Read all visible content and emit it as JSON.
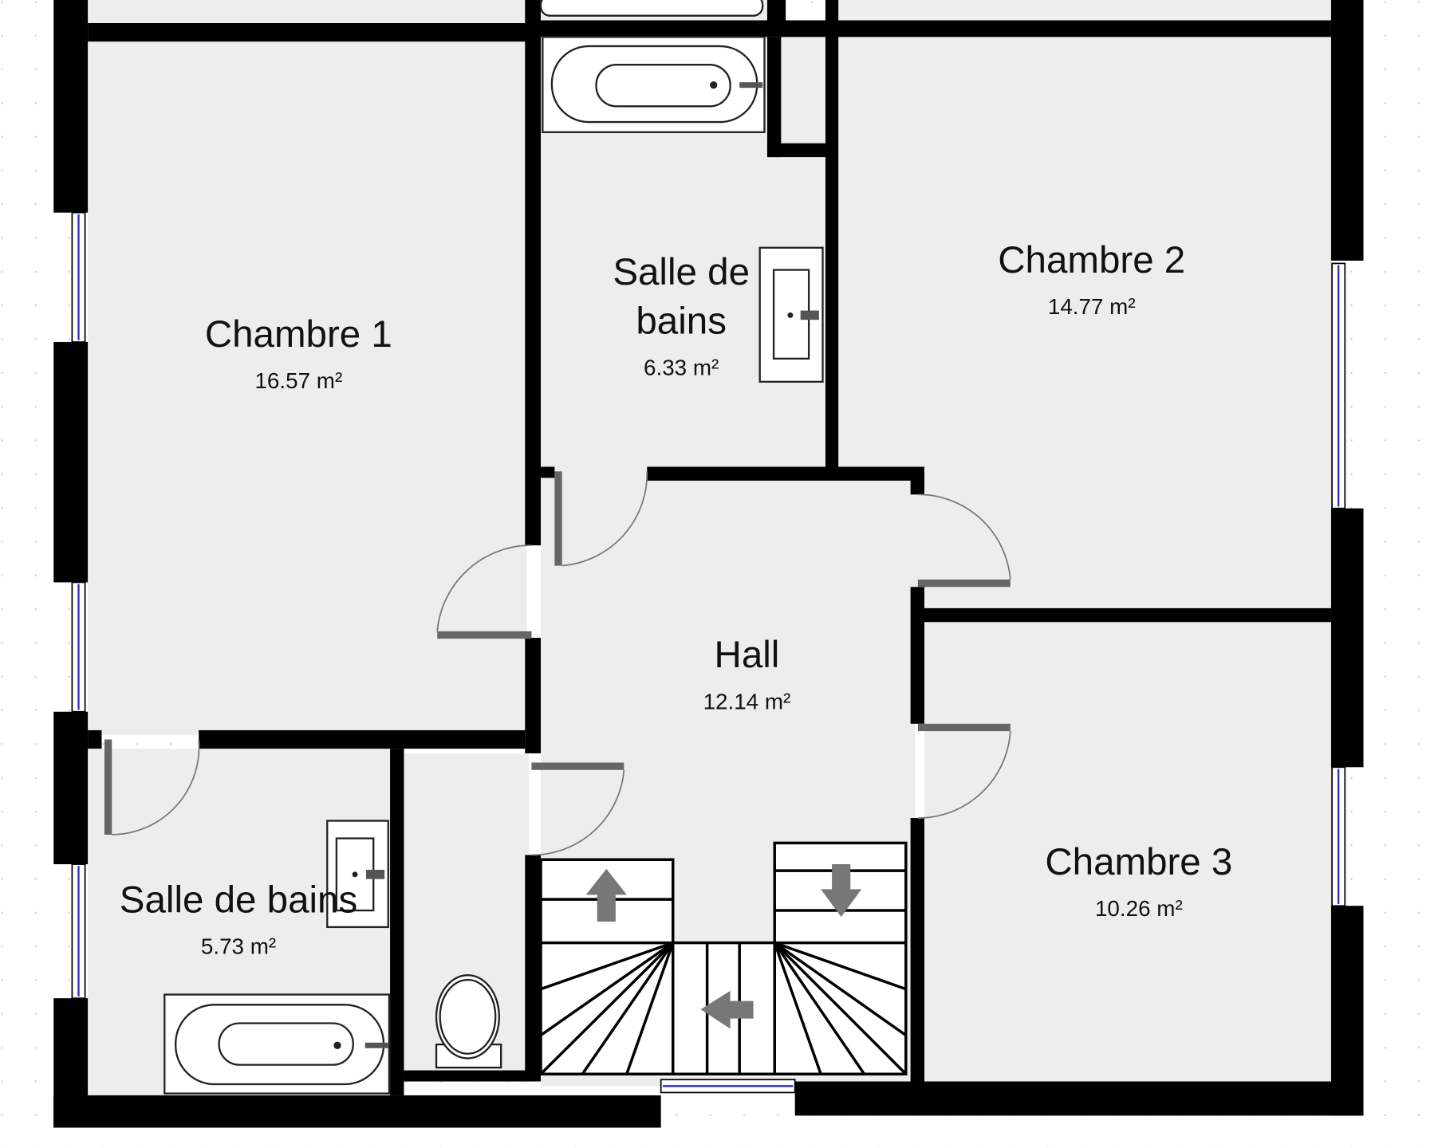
{
  "rooms": [
    {
      "name": "Chambre 1",
      "area": "16.57 m²"
    },
    {
      "name": "Salle de",
      "name2": "bains",
      "area": "6.33 m²"
    },
    {
      "name": "Chambre 2",
      "area": "14.77 m²"
    },
    {
      "name": "Hall",
      "area": "12.14 m²"
    },
    {
      "name": "Salle de bains",
      "area": "5.73 m²"
    },
    {
      "name": "Chambre 3",
      "area": "10.26 m²"
    }
  ],
  "colors": {
    "wall": "#000000",
    "floor": "#ededed",
    "window": "#2a2ad0",
    "door": "#666666"
  }
}
